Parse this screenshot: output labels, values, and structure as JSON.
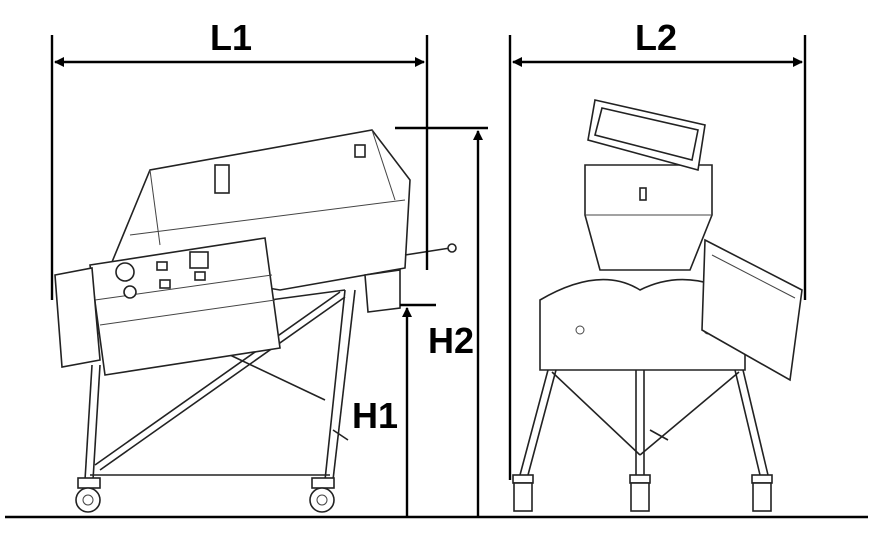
{
  "dimensions": {
    "l1": "L1",
    "l2": "L2",
    "h1": "H1",
    "h2": "H2"
  }
}
